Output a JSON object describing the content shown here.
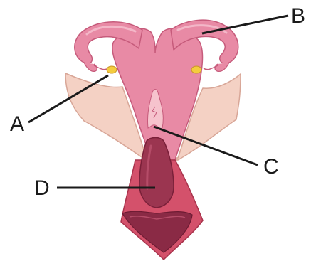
{
  "labels": {
    "a": "A",
    "b": "B",
    "c": "C",
    "d": "D"
  },
  "colors": {
    "tube": "#e88aa5",
    "tube_dark": "#c65b7b",
    "tube_light": "#f3b7c8",
    "ligament": "#f4d1c4",
    "ligament_edge": "#d8a697",
    "lumen": "#f6c3cd",
    "cervix": "#9b3550",
    "cervix_dark": "#7a2039",
    "vagina_wall": "#d4516b",
    "ovary": "#f4cc3e",
    "leader_line": "#1a1a1a"
  }
}
